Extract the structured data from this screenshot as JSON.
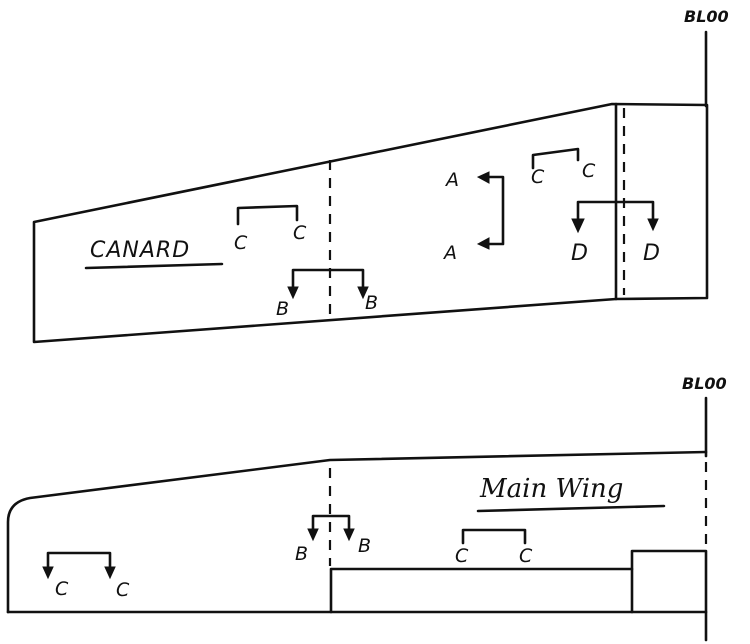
{
  "canard": {
    "title": "CANARD",
    "station_label": "BL00",
    "labels": {
      "c_left_1": "C",
      "c_left_2": "C",
      "b_1": "B",
      "b_2": "B",
      "a_1": "A",
      "a_2": "A",
      "c_right_1": "C",
      "c_right_2": "C",
      "d_1": "D",
      "d_2": "D"
    }
  },
  "main_wing": {
    "title": "Main Wing",
    "station_label": "BL00",
    "labels": {
      "c_far_1": "C",
      "c_far_2": "C",
      "b_1": "B",
      "b_2": "B",
      "c_mid_1": "C",
      "c_mid_2": "C"
    }
  }
}
